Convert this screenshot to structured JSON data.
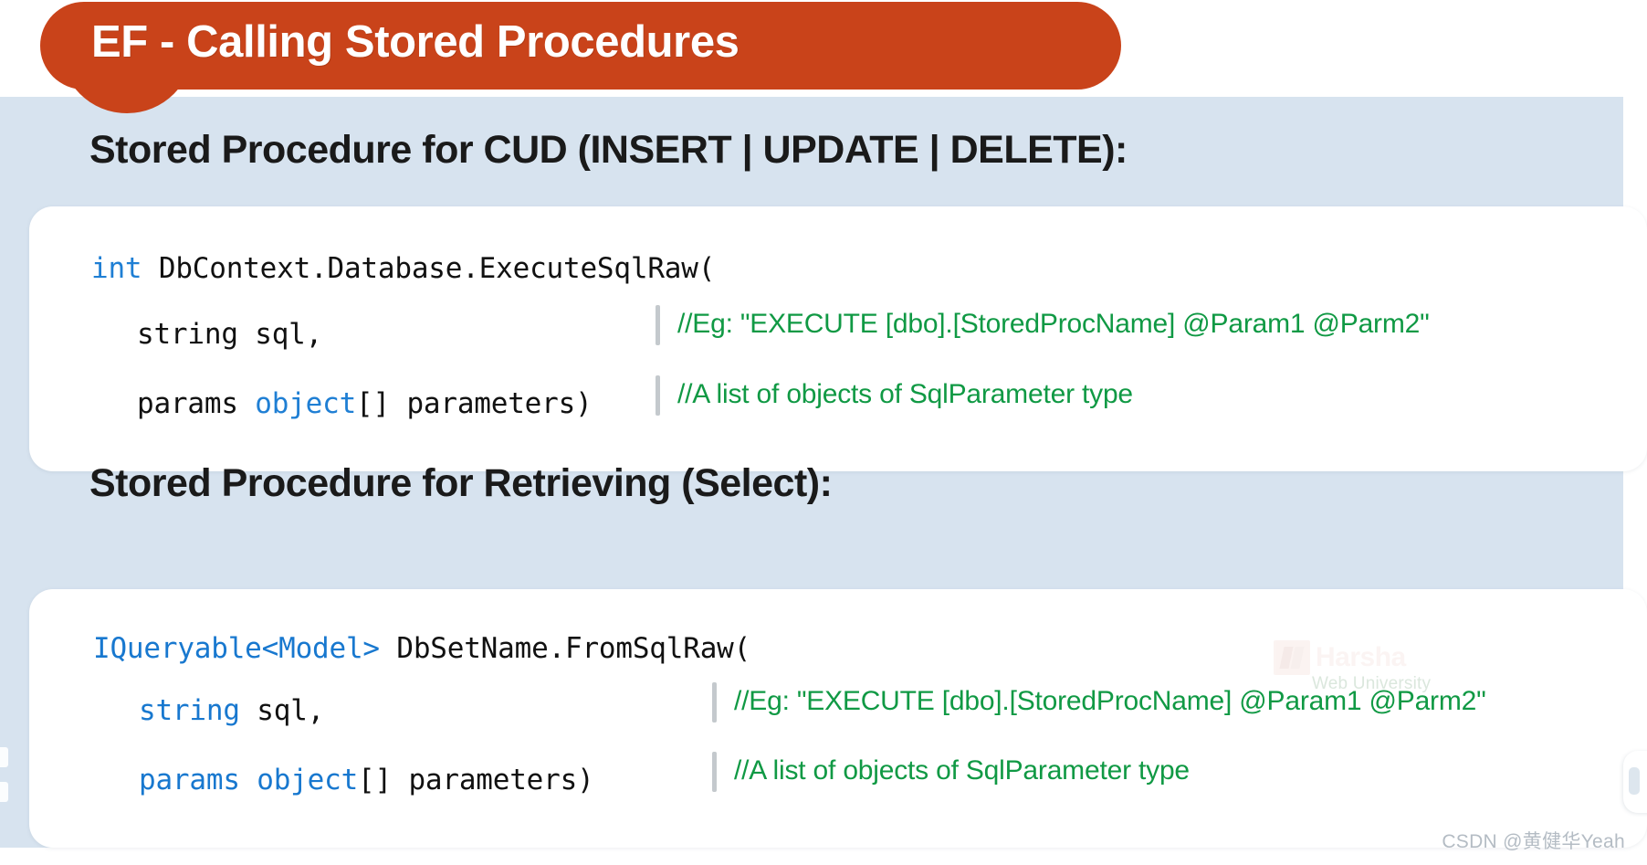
{
  "banner": {
    "title": "EF - Calling Stored Procedures",
    "color": "#c9431a"
  },
  "page": {
    "background_color": "#d7e3ef",
    "card_color": "#ffffff"
  },
  "sections": [
    {
      "heading": "Stored Procedure for CUD (INSERT | UPDATE | DELETE):",
      "code": {
        "line1": {
          "keyword": "int",
          "rest": " DbContext.Database.ExecuteSqlRaw("
        },
        "line2": {
          "keyword": "",
          "plain": "string sql,"
        },
        "line3": {
          "pre": "params ",
          "keyword": "object",
          "post": "[] parameters)"
        }
      },
      "annotations": [
        "//Eg: \"EXECUTE [dbo].[StoredProcName]  @Param1 @Parm2\"",
        "//A list of objects of SqlParameter type"
      ]
    },
    {
      "heading": "Stored Procedure for Retrieving (Select):",
      "code": {
        "line1": {
          "keyword": "IQueryable<Model>",
          "rest": " DbSetName.FromSqlRaw("
        },
        "line2": {
          "keyword": "string",
          "plain": " sql,"
        },
        "line3": {
          "pre": "params ",
          "keyword": "object",
          "post": "[] parameters)"
        }
      },
      "annotations": [
        "//Eg: \"EXECUTE [dbo].[StoredProcName]  @Param1 @Parm2\"",
        "//A list of objects of SqlParameter type"
      ]
    }
  ],
  "watermark": {
    "name": "Harsha",
    "subtitle": "Web University"
  },
  "attribution": {
    "text": "CSDN @黄健华Yeah"
  },
  "colors": {
    "keyword_blue": "#1f7fd4",
    "comment_green": "#109944",
    "code_text": "#111111"
  }
}
